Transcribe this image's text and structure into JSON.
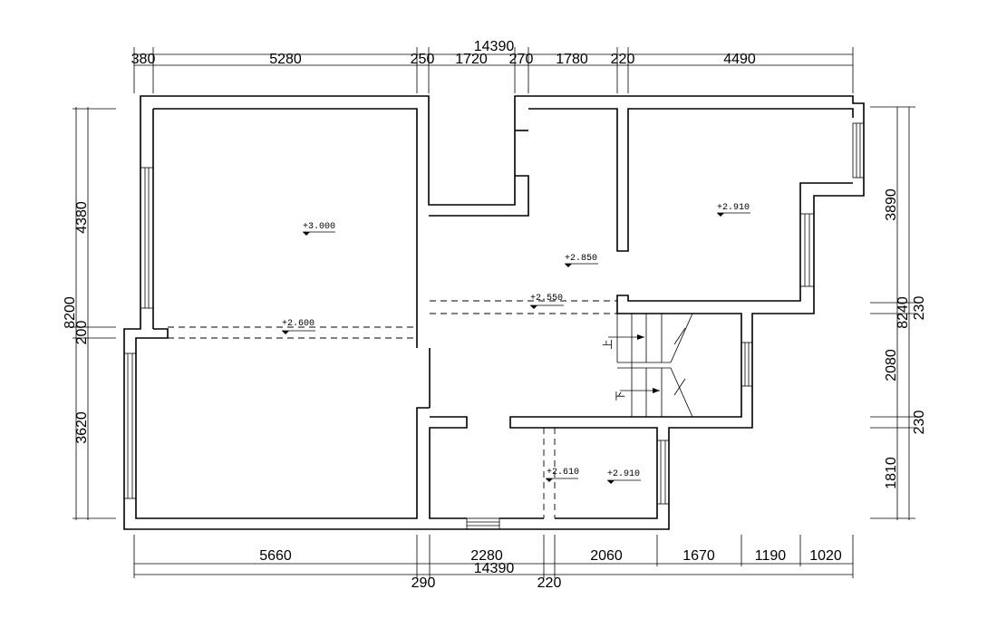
{
  "dimensions": {
    "top_total": "14390",
    "top_segments": [
      "380",
      "5280",
      "250",
      "1720",
      "270",
      "1780",
      "220",
      "4490"
    ],
    "bottom_segments": [
      "5660",
      "2280",
      "2060",
      "1670",
      "1190",
      "1020"
    ],
    "bottom_total": "14390",
    "bottom_wall": [
      "290",
      "220"
    ],
    "left_total": "8200",
    "left_segments": [
      "4380",
      "200",
      "3620"
    ],
    "right_total": "8240",
    "right_segments": [
      "3890",
      "230",
      "2080",
      "230",
      "1810"
    ]
  },
  "elevations": {
    "room_top_left": "+3.000",
    "room_top_right": "+2.910",
    "corridor": "+2.850",
    "living_line": "+2.600",
    "passage_line": "+2.550",
    "bath_left": "+2.610",
    "bath_right": "+2.910"
  },
  "stairs": {
    "up_label": "上",
    "down_label": "下"
  }
}
